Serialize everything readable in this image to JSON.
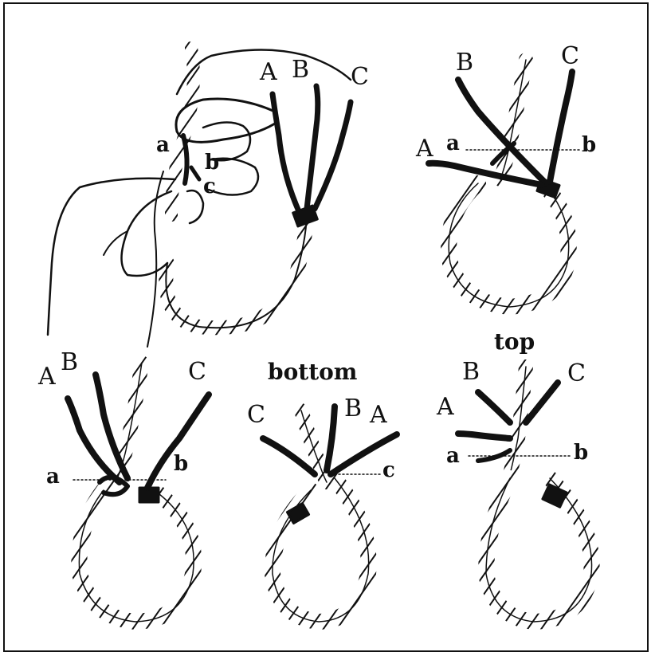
{
  "panels": {
    "p1": {
      "strand_a": "A",
      "strand_b": "B",
      "strand_c": "C",
      "tuck_a": "a",
      "tuck_b": "b",
      "tuck_c": "c"
    },
    "p2": {
      "strand_a": "A",
      "strand_b": "B",
      "strand_c": "C",
      "tuck_a": "a",
      "tuck_b": "b"
    },
    "p3": {
      "strand_a": "A",
      "strand_b": "B",
      "strand_c": "C",
      "tuck_a": "a",
      "tuck_b": "b"
    },
    "p4": {
      "caption": "bottom",
      "strand_a": "A",
      "strand_b": "B",
      "strand_c": "C",
      "tuck_c": "c"
    },
    "p5": {
      "caption": "top",
      "strand_a": "A",
      "strand_b": "B",
      "strand_c": "C",
      "tuck_a": "a",
      "tuck_b": "b"
    }
  },
  "colors": {
    "ink": "#111111",
    "paper": "#ffffff"
  }
}
